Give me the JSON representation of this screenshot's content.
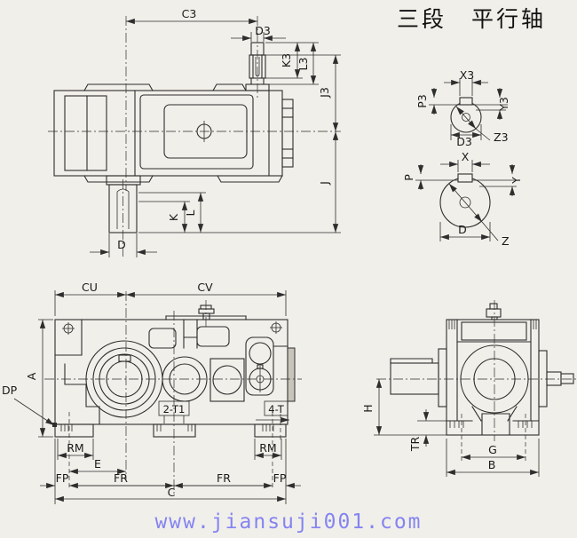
{
  "title": "三段　平行轴",
  "watermark": "www.jiansuji001.com",
  "colors": {
    "background": "#f1efe9",
    "line": "#2e2e2e",
    "text": "#1a1a1a",
    "watermark": "#8484f2"
  },
  "views": {
    "top_view": {
      "caption": "gearbox top view with input shaft",
      "dims": {
        "C3": "C3",
        "D3": "D3",
        "K3": "K3",
        "L3": "L3",
        "J3": "J3",
        "J": "J",
        "K": "K",
        "L": "L",
        "D": "D"
      }
    },
    "shaft_end_small": {
      "caption": "input shaft end view",
      "dims": {
        "X3": "X3",
        "P3": "P3",
        "Y3": "Y3",
        "D3": "D3",
        "Z3": "Z3"
      }
    },
    "shaft_end_large": {
      "caption": "output shaft end view",
      "dims": {
        "X": "X",
        "P": "P",
        "Y": "Y",
        "D": "D",
        "Z": "Z"
      }
    },
    "front_view": {
      "caption": "gearbox front view",
      "dims": {
        "CU": "CU",
        "CV": "CV",
        "A": "A",
        "DP": "DP",
        "RM_left": "RM",
        "RM_right": "RM",
        "E": "E",
        "FP_left": "FP",
        "FR_left": "FR",
        "FR_right": "FR",
        "FP_right": "FP",
        "C": "C"
      },
      "callouts": {
        "bolts_2": "2-T1",
        "bolts_4": "4-T"
      }
    },
    "side_view": {
      "caption": "gearbox side view",
      "dims": {
        "H": "H",
        "TR": "TR",
        "G": "G",
        "B": "B"
      }
    }
  }
}
